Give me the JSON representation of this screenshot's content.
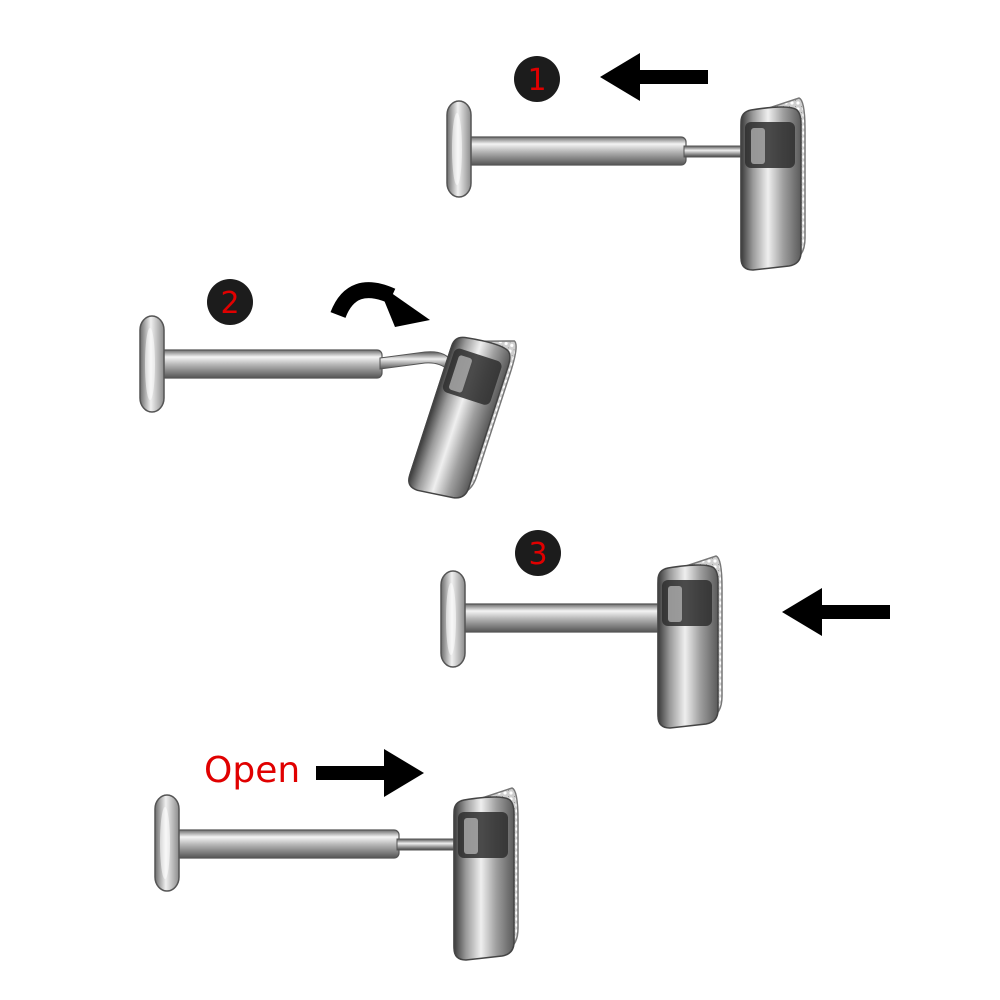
{
  "steps": {
    "step1": {
      "number": "1"
    },
    "step2": {
      "number": "2"
    },
    "step3": {
      "number": "3"
    },
    "open": {
      "label": "Open"
    }
  },
  "colors": {
    "badge_fill": "#1c1c1c",
    "badge_text": "#e00000",
    "open_text": "#e00000",
    "arrow": "#000000",
    "metal_light": "#f2f2f2",
    "metal_mid": "#a8a8a8",
    "metal_dark": "#4a4a4a"
  },
  "icons": [
    "left-arrow-icon",
    "curved-arrow-icon",
    "right-arrow-icon"
  ]
}
